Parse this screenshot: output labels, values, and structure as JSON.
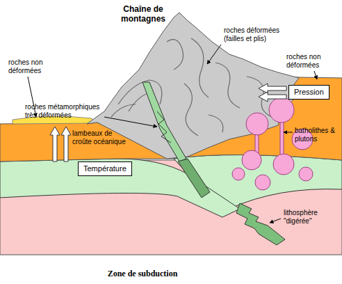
{
  "diagram": {
    "caption": "Zone de subduction",
    "nodes": [
      {
        "text": [
          "Pression"
        ]
      },
      {
        "text": [
          "Température"
        ]
      }
    ],
    "labels": [
      "Chaîne de montagnes",
      "roches déformées (failles et plis)",
      "roches non déformées",
      "roches non déformées",
      "roches métamorphiques très déformées",
      "lambeaux de croûte océanique",
      "batholithes & plutons",
      "lithosphère \"digérée\""
    ]
  }
}
